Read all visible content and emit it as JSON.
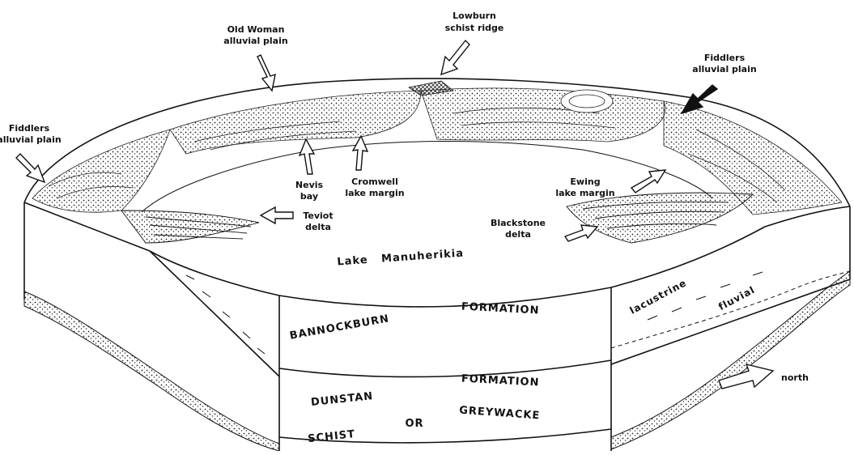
{
  "labels": {
    "old_woman": [
      "Old Woman",
      "alluvial plain"
    ],
    "lowburn": [
      "Lowburn",
      "schist ridge"
    ],
    "fiddlers_left": [
      "Fiddlers",
      "alluvial plain"
    ],
    "fiddlers_right": [
      "Fiddlers",
      "alluvial plain"
    ],
    "nevis": [
      "Nevis",
      "bay"
    ],
    "cromwell": [
      "Cromwell",
      "lake margin"
    ],
    "teviot": [
      "Teviot",
      "delta"
    ],
    "ewing": [
      "Ewing",
      "lake margin"
    ],
    "blackstone": [
      "Blackstone",
      "delta"
    ],
    "lake_name": "Lake   Manuherikia",
    "north": "north"
  },
  "formations": {
    "bannockburn": "BANNOCKBURN",
    "formation_upper": "FORMATION",
    "dunstan": "DUNSTAN",
    "formation_lower": "FORMATION",
    "schist": "SCHIST",
    "or": "OR",
    "greywacke": "GREYWACKE"
  },
  "facies": {
    "lacustrine": "lacustrine",
    "fluvial": "fluvial"
  },
  "colors": {
    "ink": "#111111",
    "paper": "#ffffff"
  }
}
